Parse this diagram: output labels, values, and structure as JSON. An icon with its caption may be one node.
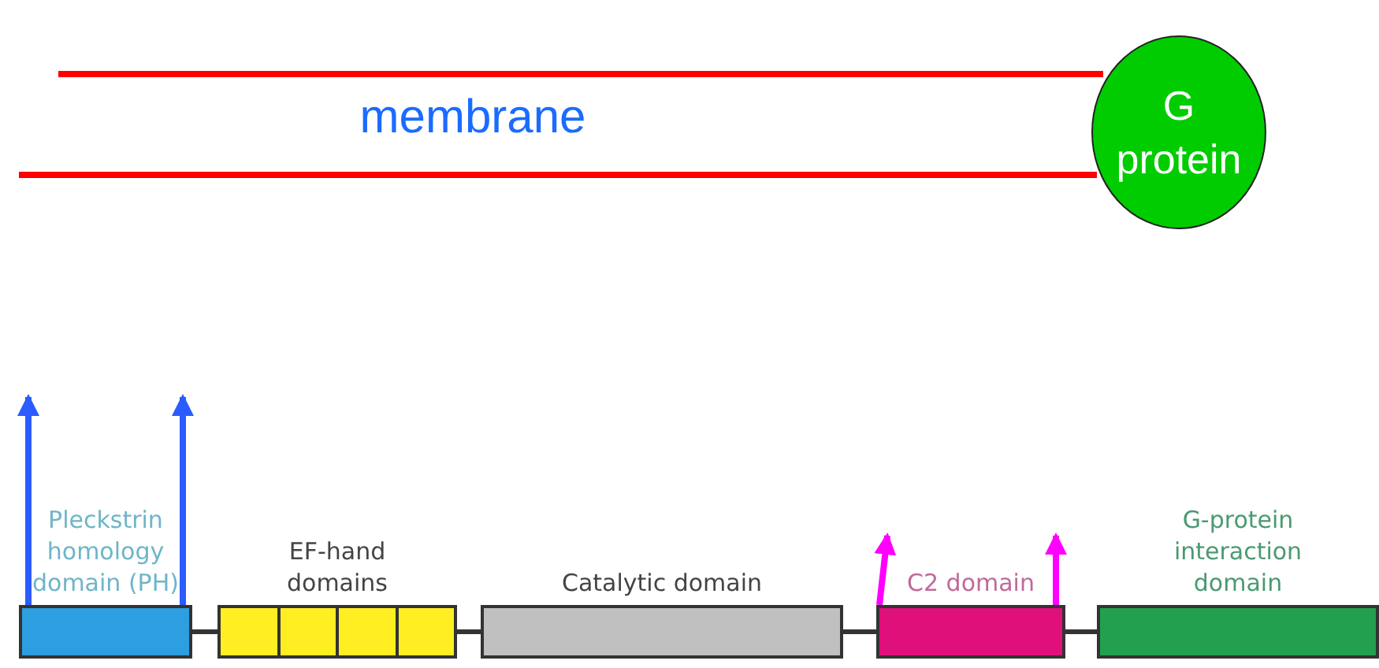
{
  "diagram": {
    "nodes": [
      {
        "text": [
          "G protein"
        ]
      },
      {
        "text": [
          "Pleckstrin homology domain (PH)"
        ]
      },
      {
        "text": [
          "EF-hand domains"
        ]
      },
      {
        "text": [
          "Catalytic domain"
        ]
      },
      {
        "text": [
          "C2 domain"
        ]
      },
      {
        "text": [
          "G-protein interaction domain"
        ]
      }
    ],
    "edges": [
      {
        "from": 1,
        "to": 2,
        "arrow": "none"
      },
      {
        "from": 2,
        "to": 3,
        "arrow": "none"
      },
      {
        "from": 3,
        "to": 4,
        "arrow": "none"
      },
      {
        "from": 4,
        "to": 5,
        "arrow": "none"
      },
      {
        "from": 1,
        "to": null,
        "arrow": "to",
        "color": "#2a5cff"
      },
      {
        "from": 1,
        "to": null,
        "arrow": "to",
        "color": "#2a5cff"
      },
      {
        "from": 4,
        "to": null,
        "arrow": "to",
        "color": "#ff00ff"
      },
      {
        "from": 4,
        "to": null,
        "arrow": "to",
        "color": "#ff00ff"
      }
    ],
    "labels": [
      "membrane"
    ]
  }
}
